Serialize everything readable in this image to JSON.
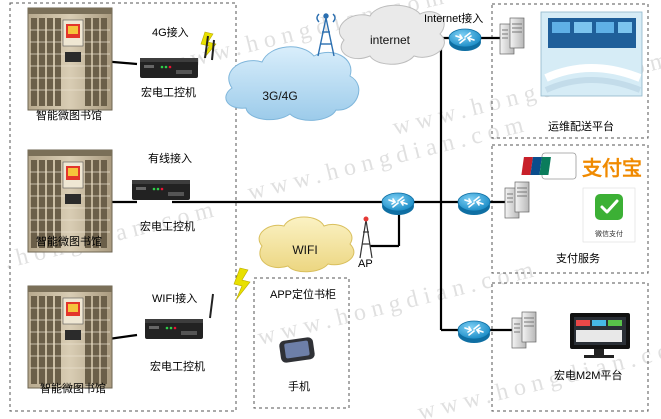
{
  "watermark": "www.hongdian.com",
  "labels": {
    "kiosk1": "智能微图书馆",
    "kiosk2": "智能微图书馆",
    "kiosk3": "智能微图书馆",
    "router1": "宏电工控机",
    "router2": "宏电工控机",
    "router3": "宏电工控机",
    "conn_4g": "4G接入",
    "conn_wired": "有线接入",
    "conn_wifi": "WIFI接入",
    "cloud_3g4g": "3G/4G",
    "cloud_internet": "internet",
    "cloud_wifi": "WIFI",
    "internet_access": "Internet接入",
    "ap": "AP",
    "app_locate": "APP定位书柜",
    "phone": "手机",
    "ops_platform": "运维配送平台",
    "payment_service": "支付服务",
    "m2m_platform": "宏电M2M平台",
    "alipay": "支付宝",
    "unionpay": "银联",
    "wechat_pay": "微信支付"
  },
  "colors": {
    "cloud_fill": "#bfe0f5",
    "wifi_cloud_fill": "#f4e6a2",
    "router_blue": "#2aa3de",
    "alipay_orange": "#f08a00",
    "wechat_green": "#3cb035",
    "unionpay_red": "#c8202a",
    "dashed_border": "#555555",
    "lightning": "#e8e000"
  }
}
